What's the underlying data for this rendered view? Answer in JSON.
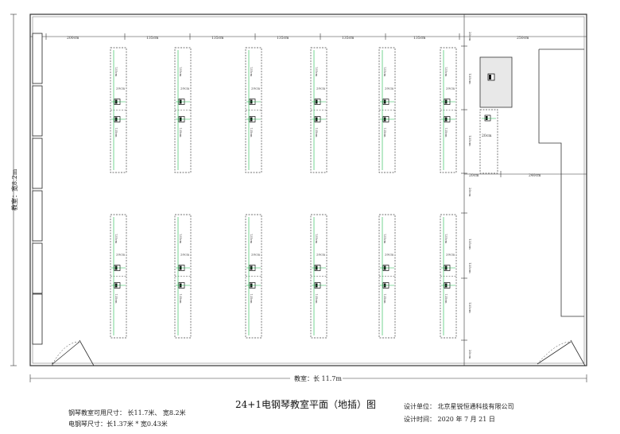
{
  "title": "24+1电钢琴教室平面（地插）图",
  "dimensions": {
    "length": "教室：长 11.7m",
    "width": "教室：宽8.2m"
  },
  "top_spacings": [
    "200cm",
    "135cm",
    "135cm",
    "135cm",
    "135cm",
    "135cm",
    "250cm"
  ],
  "right_spacings": [
    "20cm",
    "135cm",
    "135cm",
    "20cm",
    "135cm",
    "135cm",
    "135cm",
    "20cm"
  ],
  "desk_labels": {
    "length": "135cm",
    "gap": "20cm",
    "small_gap": "20cm",
    "side_spacing": "240cm",
    "right_gap": "20cm"
  },
  "notes": {
    "usable_size": "钢琴教室可用尺寸：  长11.7米、  宽8.2米",
    "piano_size": "电钢琴尺寸：长1.37米 * 宽0.43米",
    "design_unit": "设计单位：   北京星锐恒通科技有限公司",
    "design_time": "设计时间：   2020 年 7 月 21 日"
  },
  "colors": {
    "line": "#333333",
    "green": "#19b84a",
    "dash": "#444444"
  }
}
